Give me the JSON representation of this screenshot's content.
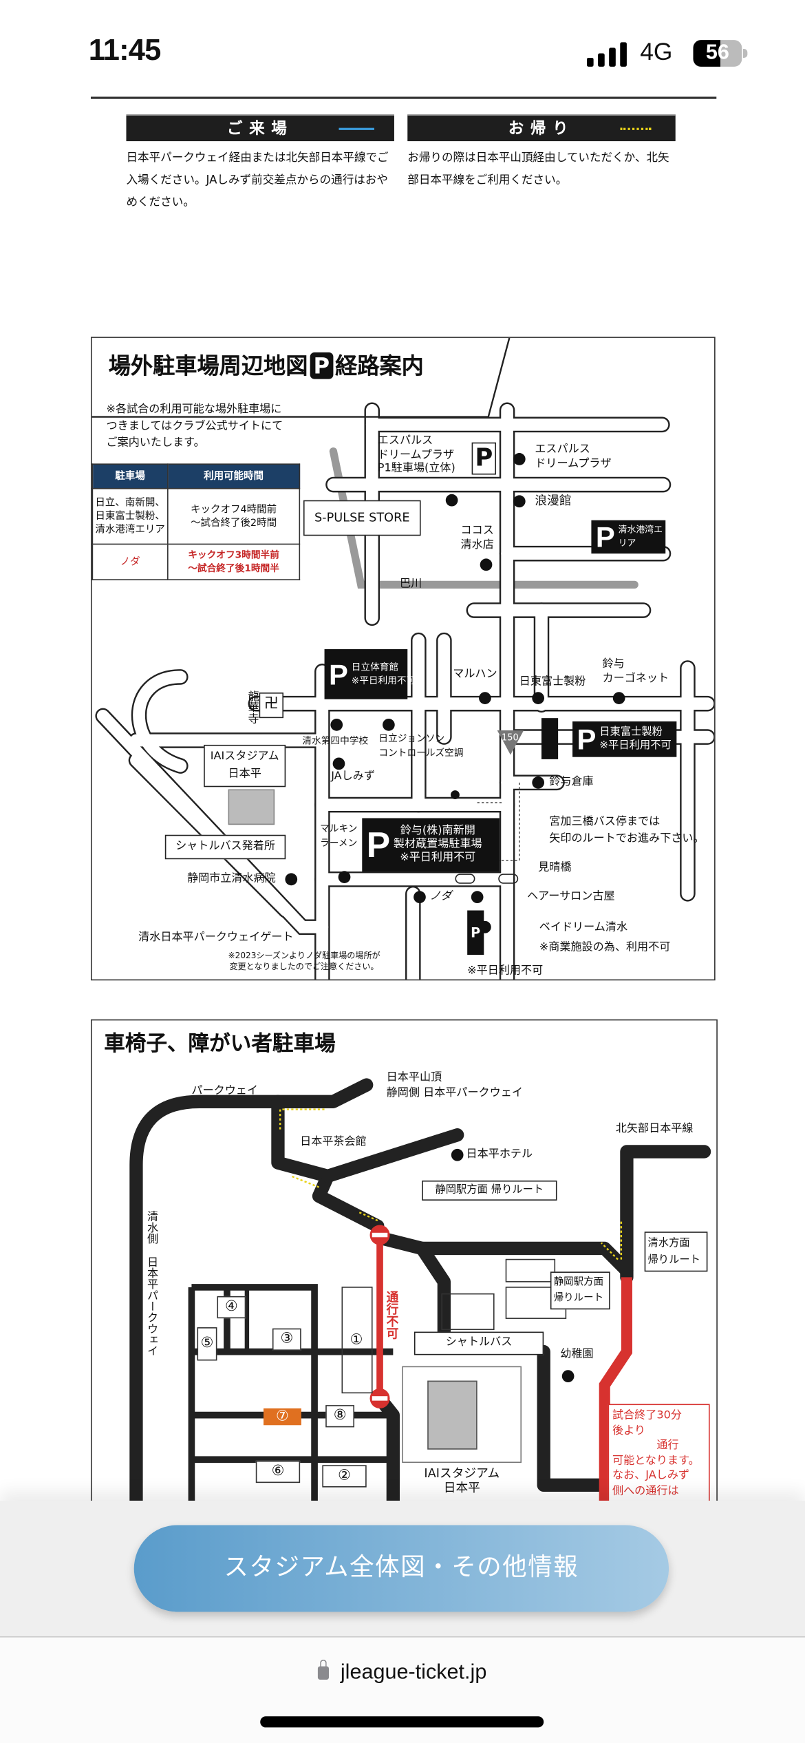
{
  "status": {
    "time": "11:45",
    "network": "4G",
    "battery": "56"
  },
  "intro": {
    "arrive_label": "ご来場",
    "return_label": "お帰り",
    "arrive_text": "日本平パークウェイ経由または北矢部日本平線でご入場ください。JAしみず前交差点からの通行はおやめください。",
    "return_text": "お帰りの際は日本平山頂経由していただくか、北矢部日本平線をご利用ください。",
    "colors": {
      "arrive_arrow": "#3a9ad9",
      "return_arrow": "#e8d21a"
    }
  },
  "map1": {
    "title_a": "場外駐車場周辺地図",
    "title_p": "P",
    "title_b": "経路案内",
    "note": "※各試合の利用可能な場外駐車場に\nつきましてはクラブ公式サイトにて\nご案内いたします。",
    "table": {
      "headers": [
        "駐車場",
        "利用可能時間"
      ],
      "rows": [
        {
          "lot": "日立、南新開、日東富士製粉、清水港湾エリア",
          "time": "キックオフ4時間前\n〜試合終了後2時間"
        },
        {
          "lot": "ノダ",
          "time": "キックオフ3時間半前\n〜試合終了後1時間半"
        }
      ]
    },
    "labels": {
      "espulse_lot": "エスパルス\nドリームプラザ\nP1駐車場(立体)",
      "dreamplaza": "エスパルス\nドリームプラザ",
      "spulse_store": "S-PULSE STORE",
      "romankan": "浪漫館",
      "cocos": "ココス\n清水店",
      "port_area": "清水港湾エリア",
      "river": "巴川",
      "hitachi_gym": "日立体育館\n※平日利用不可",
      "ryugeji": "龍華寺",
      "manji": "卍",
      "maruhan": "マルハン",
      "nitto": "日東富士製粉",
      "suzuyo_cargo": "鈴与\nカーゴネット",
      "school": "清水第四中学校",
      "hitachi_jc": "日立ジョンソン\nコントロールズ空調",
      "ja": "JAしみず",
      "route150": "150",
      "nitto_lot": "日東富士製粉\n※平日利用不可",
      "suzuyo_soko": "鈴与倉庫",
      "stadium": "IAIスタジアム\n日本平",
      "shuttle": "シャトルバス発着所",
      "hospital": "静岡市立清水病院",
      "marukin": "マルキン\nラーメン",
      "suzuyo_lot": "鈴与(株)南新開\n製材蔵置場駐車場\n※平日利用不可",
      "bus_note": "宮加三橋バス停までは\n矢印のルートでお進み下さい。",
      "miharashi": "見晴橋",
      "noda": "ノダ",
      "hair": "ヘアーサロン古屋",
      "baydream": "ベイドリーム清水",
      "baydream_note": "※商業施設の為、利用不可",
      "gate": "清水日本平パークウェイゲート",
      "noda_note": "※2023シーズンよりノダ駐車場の場所が\n変更となりましたのでご注意ください。",
      "weekday": "※平日利用不可",
      "p": "P"
    }
  },
  "map2": {
    "title": "車椅子、障がい者駐車場",
    "labels": {
      "parkway": "パークウェイ",
      "summit": "日本平山頂\n静岡側 日本平パークウェイ",
      "chakaikan": "日本平茶会館",
      "hotel": "日本平ホテル",
      "kitayabe": "北矢部日本平線",
      "shizuoka_route1": "静岡駅方面 帰りルート",
      "shimizu_route": "清水方面\n帰りルート",
      "shizuoka_route2": "静岡駅方面\n帰りルート",
      "shimizu_parkway": "清水側 日本平パークウェイ",
      "no_entry": "通行不可",
      "shuttle": "シャトルバス",
      "kindergarten": "幼稚園",
      "stadium": "IAIスタジアム\n日本平",
      "notice": "試合終了30分\n後より\n　　　　通行\n可能となります。\nなお、JAしみず\n側への通行は"
    },
    "lots": [
      "①",
      "②",
      "③",
      "④",
      "⑤",
      "⑥",
      "⑦",
      "⑧"
    ],
    "colors": {
      "closed_road": "#d7322f",
      "accessible_lot": "#e07020"
    }
  },
  "bottom": {
    "button": "スタジアム全体図・その他情報",
    "url": "jleague-ticket.jp"
  }
}
